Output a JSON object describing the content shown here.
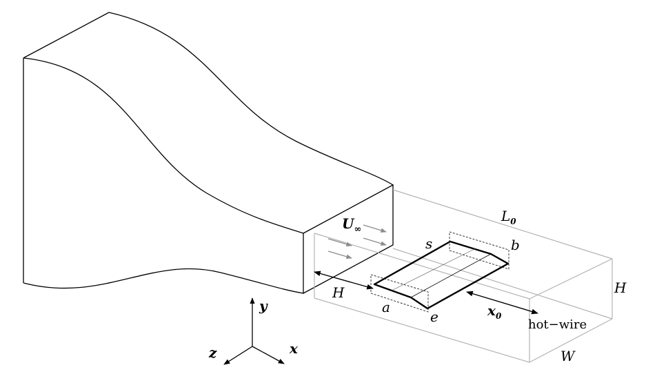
{
  "labels": {
    "velocity_symbol": "U",
    "velocity_subscript": "∞",
    "length": "L",
    "length_subscript": "0",
    "height_left": "H",
    "height_right": "H",
    "width": "W",
    "plate_a": "a",
    "plate_b": "b",
    "plate_e": "e",
    "plate_s": "s",
    "distance_symbol": "x",
    "distance_subscript": "0",
    "probe": "hot−wire",
    "axis_x": "x",
    "axis_y": "y",
    "axis_z": "z"
  },
  "colors": {
    "outline": "#000000",
    "test_section": "#b3b3b3",
    "flow_arrows": "#8c8c8c"
  }
}
